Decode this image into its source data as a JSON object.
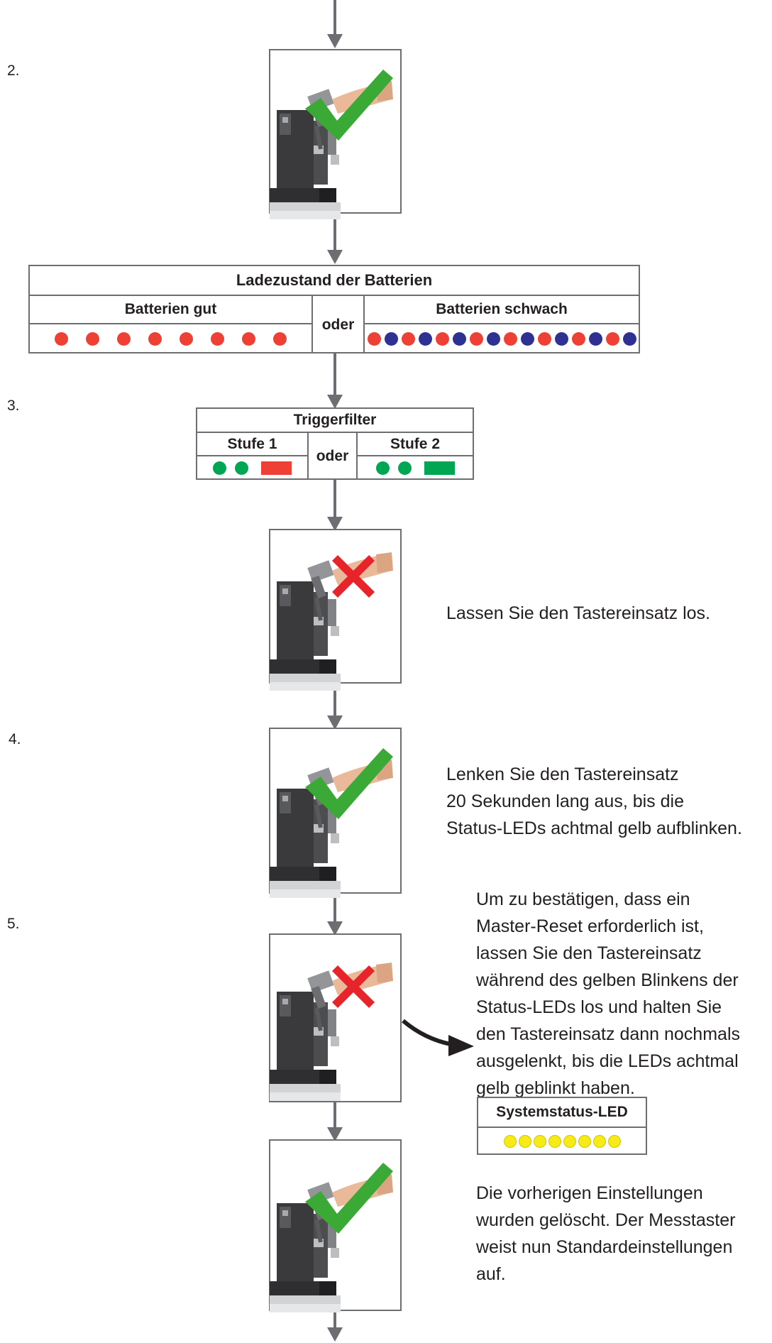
{
  "steps": {
    "s2": "2.",
    "s3": "3.",
    "s4": "4.",
    "s5": "5."
  },
  "battery": {
    "title": "Ladezustand der Batterien",
    "good_label": "Batterien gut",
    "or": "oder",
    "weak_label": "Batterien schwach",
    "good_leds": [
      "red",
      "red",
      "red",
      "red",
      "red",
      "red",
      "red",
      "red"
    ],
    "weak_leds": [
      "red",
      "blue",
      "red",
      "blue",
      "red",
      "blue",
      "red",
      "blue",
      "red",
      "blue",
      "red",
      "blue",
      "red",
      "blue",
      "red",
      "blue"
    ]
  },
  "trigger": {
    "title": "Triggerfilter",
    "level1": "Stufe 1",
    "or": "oder",
    "level2": "Stufe 2",
    "level1_leds": [
      "green",
      "green"
    ],
    "level1_bar": "red",
    "level2_leds": [
      "green",
      "green"
    ],
    "level2_bar": "green"
  },
  "instructions": {
    "release": "Lassen Sie den Tastereinsatz los.",
    "deflect": [
      "Lenken Sie den Tastereinsatz",
      "20 Sekunden lang aus, bis die",
      "Status-LEDs achtmal gelb aufblinken."
    ],
    "confirm": [
      "Um zu bestätigen, dass ein",
      "Master-Reset erforderlich ist,",
      "lassen Sie den Tastereinsatz",
      "während des gelben Blinkens der",
      "Status-LEDs los und halten Sie",
      "den Tastereinsatz dann nochmals",
      "ausgelenkt, bis die LEDs achtmal",
      "gelb geblinkt haben."
    ],
    "result": [
      "Die vorherigen Einstellungen",
      "wurden gelöscht. Der Messtaster",
      "weist nun Standardeinstellungen",
      "auf."
    ]
  },
  "system_status": {
    "title": "Systemstatus-LED",
    "leds": [
      "yellow",
      "yellow",
      "yellow",
      "yellow",
      "yellow",
      "yellow",
      "yellow",
      "yellow"
    ]
  },
  "colors": {
    "red": "#ef4035",
    "blue": "#2e3192",
    "green": "#00a651",
    "yellow": "#f6eb16",
    "yellow_border": "#d4c400",
    "line": "#6d6e71",
    "check": "#3aa935",
    "cross": "#e8242b"
  },
  "icons": {
    "ok": "checkmark-icon",
    "release": "cross-icon"
  }
}
